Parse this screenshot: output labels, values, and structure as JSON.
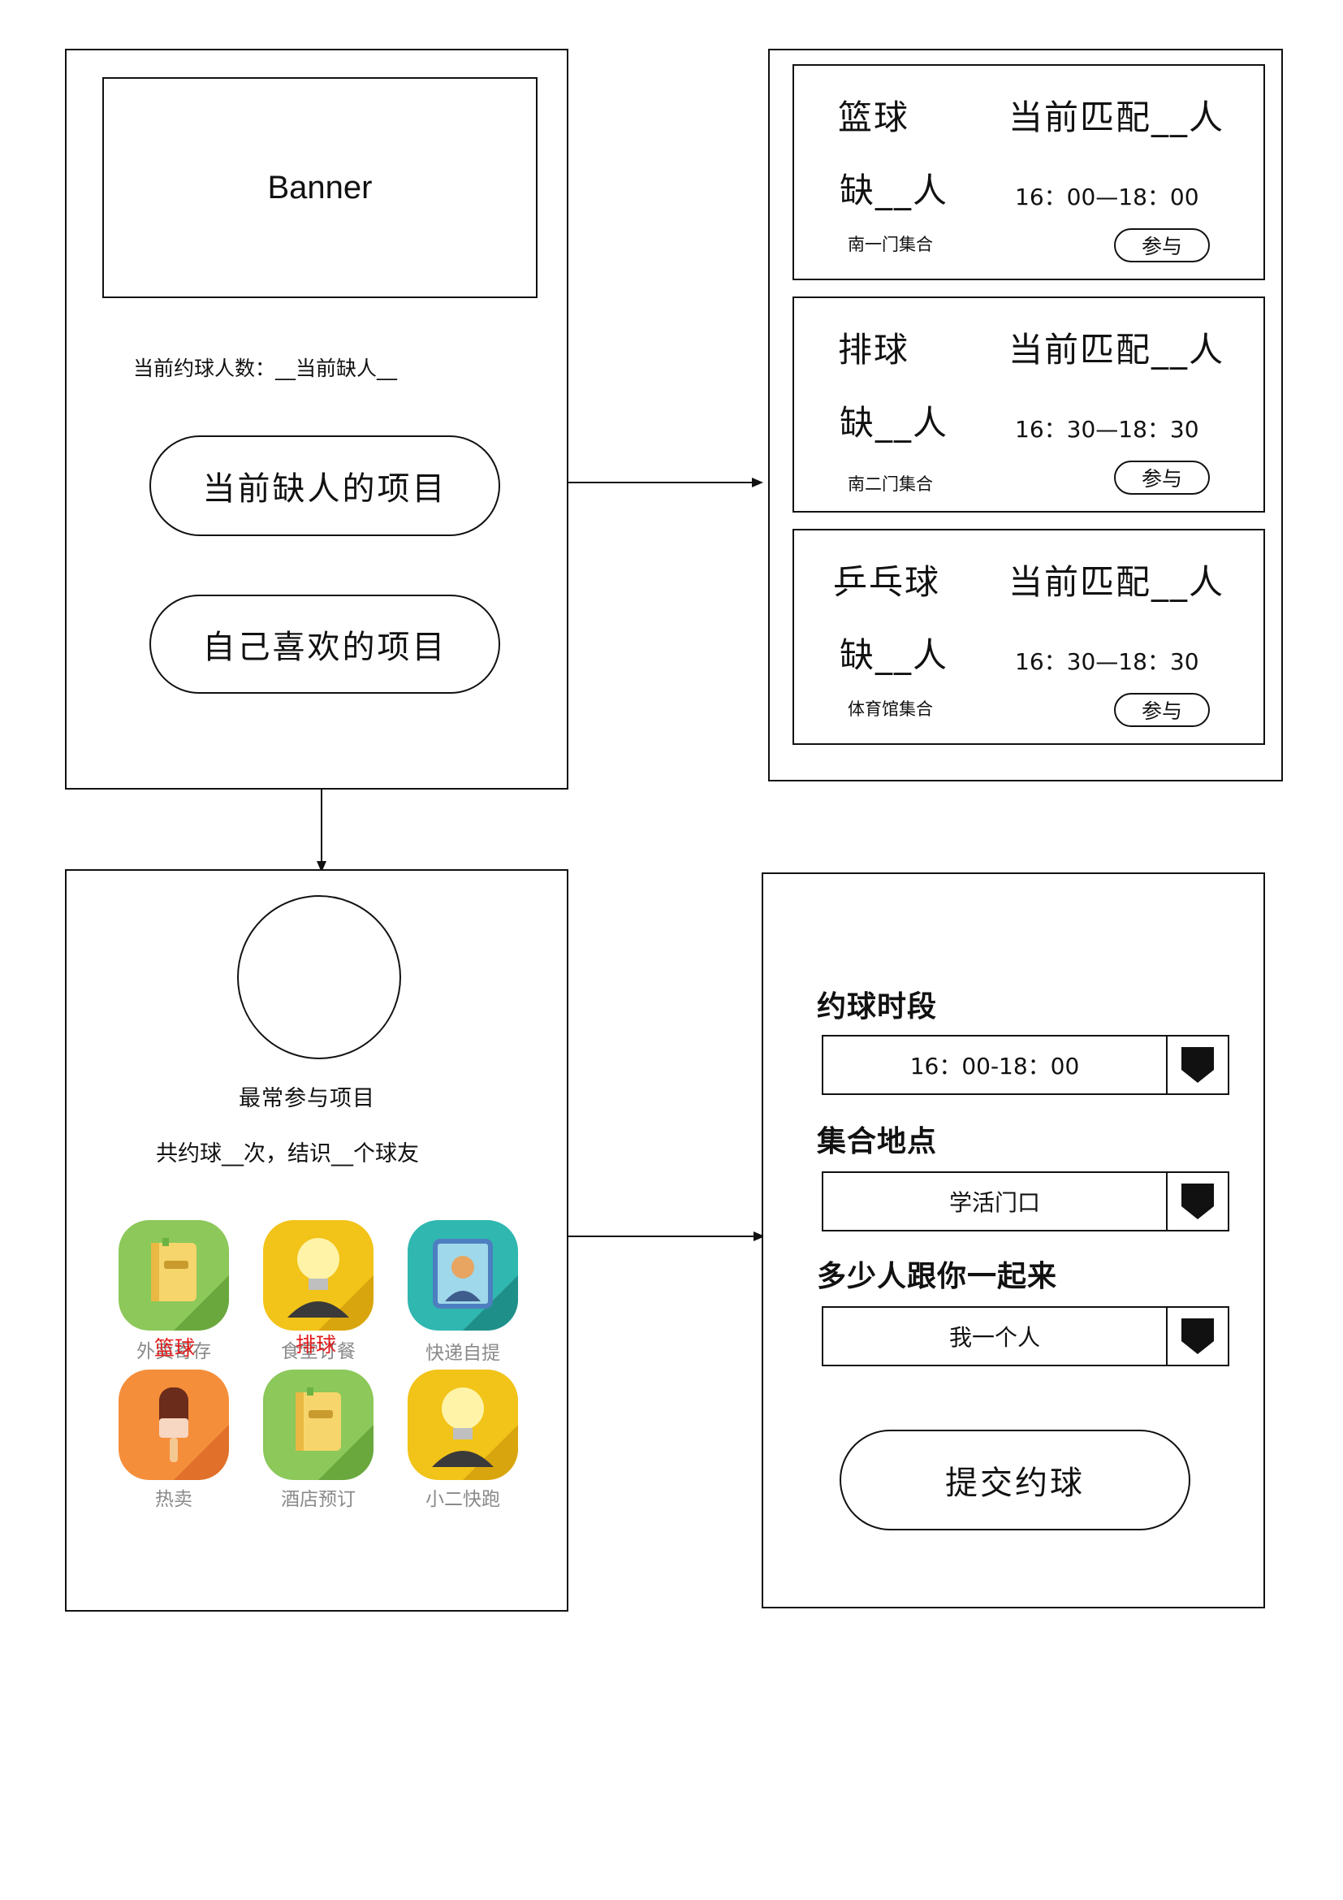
{
  "screen1": {
    "banner_label": "Banner",
    "stats_text": "当前约球人数：__当前缺人__",
    "btn_short_label": "当前缺人的项目",
    "btn_fav_label": "自己喜欢的项目"
  },
  "screen2": {
    "cards": [
      {
        "sport": "篮球",
        "match": "当前匹配__人",
        "short": "缺__人",
        "time": "16：00—18：00",
        "place": "南一门集合",
        "join": "参与"
      },
      {
        "sport": "排球",
        "match": "当前匹配__人",
        "short": "缺__人",
        "time": "16：30—18：30",
        "place": "南二门集合",
        "join": "参与"
      },
      {
        "sport": "乒乓球",
        "match": "当前匹配__人",
        "short": "缺__人",
        "time": "16：30—18：30",
        "place": "体育馆集合",
        "join": "参与"
      }
    ]
  },
  "screen3": {
    "most_label": "最常参与项目",
    "summary": "共约球__次，结识__个球友",
    "icons": [
      {
        "caption": "外卖寄存",
        "overlay": "篮球",
        "icon": "book-icon",
        "bg": "#8cc85a"
      },
      {
        "caption": "食堂订餐",
        "overlay": "排球",
        "icon": "lightbulb-icon",
        "bg": "#f2c318"
      },
      {
        "caption": "快递自提",
        "overlay": "",
        "icon": "portrait-icon",
        "bg": "#2fb7b0"
      },
      {
        "caption": "热卖",
        "overlay": "",
        "icon": "popsicle-icon",
        "bg": "#f58e3a"
      },
      {
        "caption": "酒店预订",
        "overlay": "",
        "icon": "book-icon",
        "bg": "#8cc85a"
      },
      {
        "caption": "小二快跑",
        "overlay": "",
        "icon": "lightbulb-icon",
        "bg": "#f2c318"
      }
    ]
  },
  "screen4": {
    "time_label": "约球时段",
    "time_value": "16：00-18：00",
    "place_label": "集合地点",
    "place_value": "学活门口",
    "people_label": "多少人跟你一起来",
    "people_value": "我一个人",
    "submit_label": "提交约球"
  }
}
